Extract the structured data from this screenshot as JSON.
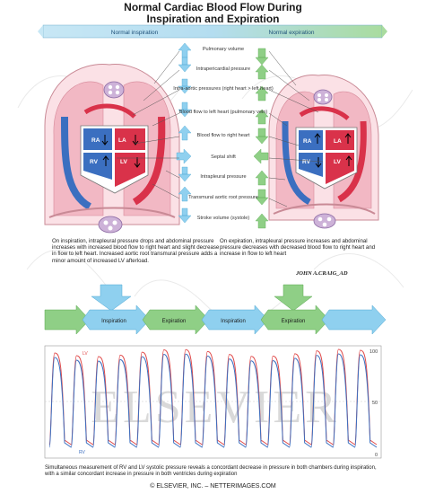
{
  "title_line1": "Normal Cardiac Blood Flow During",
  "title_line2": "Inspiration and Expiration",
  "header": {
    "left": "Normal inspiration",
    "right": "Normal expiration"
  },
  "middle_labels": [
    "Pulmonary volume",
    "Intrapericardial pressure",
    "Intra-aortic pressures (right heart > left heart)",
    "Blood flow to left heart (pulmonary vein)",
    "Blood flow to right heart",
    "Septal shift",
    "Intrapleural pressure",
    "Transmural aortic root pressure",
    "Stroke volume (systole)"
  ],
  "chamber_labels": {
    "ra": "RA",
    "la": "LA",
    "rv": "RV",
    "lv": "LV"
  },
  "caption_left": "On inspiration, intrapleural pressure drops and abdominal pressure increases with increased blood flow to right heart and slight decrease in flow to left heart. Increased aortic root transmural pressure adds a minor amount of increased LV afterload.",
  "caption_right": "On expiration, intrapleural pressure increases and abdominal pressure decreases with decreased blood flow to right heart and increase in flow to left heart",
  "signature": "JOHN A.CRAIG_AD",
  "respiration_phases": [
    "Inspiration",
    "Expiration",
    "Inspiration",
    "Expiration"
  ],
  "pressure_chart": {
    "y_labels": [
      "100",
      "50",
      "0"
    ],
    "rv_label": "RV",
    "lv_label": "LV"
  },
  "watermark": "ELSEVIER",
  "bottom_caption": "Simultaneous measurement of RV and LV systolic pressure reveals a concordant decrease in pressure in both chambers during inspiration, with a similar concordant increase in pressure in both ventricles during expiration",
  "footer": "© ELSEVIER, INC. – NETTERIMAGES.COM",
  "colors": {
    "blue_arrow": "#8fd0ef",
    "green_arrow": "#8fcf86",
    "header_bar": "#a6d8ee",
    "lung_pink": "#f2b8c4",
    "vessel_red": "#d9324a",
    "vessel_blue": "#3b6fc0"
  }
}
